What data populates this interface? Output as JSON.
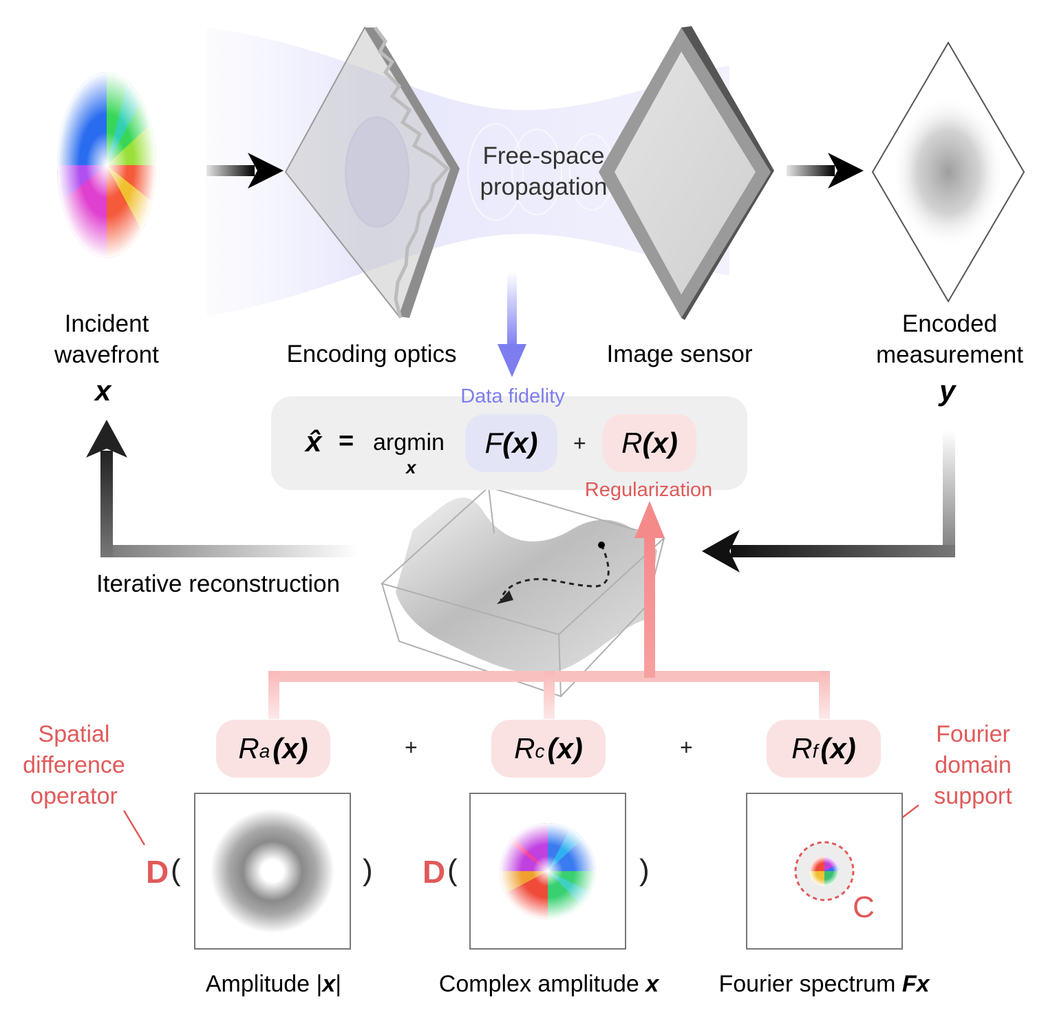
{
  "labels": {
    "incident_line1": "Incident",
    "incident_line2": "wavefront",
    "incident_var": "x",
    "encoding_optics": "Encoding optics",
    "free_space_line1": "Free-space",
    "free_space_line2": "propagation",
    "image_sensor": "Image sensor",
    "encoded_line1": "Encoded",
    "encoded_line2": "measurement",
    "encoded_var": "y",
    "iterative": "Iterative reconstruction",
    "data_fidelity": "Data fidelity",
    "regularization": "Regularization"
  },
  "equation": {
    "lhs": "x̂",
    "equals": "=",
    "argmin": "argmin",
    "argmin_sub": "x",
    "F_letter": "F",
    "F_arg": "(x)",
    "plus": "+",
    "R_letter": "R",
    "R_arg": "(x)"
  },
  "regularizers": [
    {
      "letter": "R",
      "sub": "a",
      "arg": "(x)"
    },
    {
      "letter": "R",
      "sub": "c",
      "arg": "(x)"
    },
    {
      "letter": "R",
      "sub": "f",
      "arg": "(x)"
    }
  ],
  "operators": {
    "plus1": "+",
    "plus2": "+",
    "D1": "D",
    "D2": "D",
    "open": "(",
    "close": ")",
    "C": "C"
  },
  "annotations": {
    "spatial_line1": "Spatial",
    "spatial_line2": "difference",
    "spatial_line3": "operator",
    "fourier_line1": "Fourier",
    "fourier_line2": "domain",
    "fourier_line3": "support"
  },
  "captions": {
    "amplitude_prefix": "Amplitude |",
    "amplitude_var": "x",
    "amplitude_suffix": "|",
    "complex_prefix": "Complex amplitude ",
    "complex_var": "x",
    "fourier_prefix": "Fourier spectrum ",
    "fourier_var": "Fx"
  },
  "colors": {
    "fidelity_blue": "#7d7df0",
    "fidelity_pill": "#e3e5f7",
    "regularization_red": "#e05a5a",
    "reg_pill": "#fbe2e2",
    "reg_line": "#f9b3b3",
    "math_box": "#efefef"
  }
}
